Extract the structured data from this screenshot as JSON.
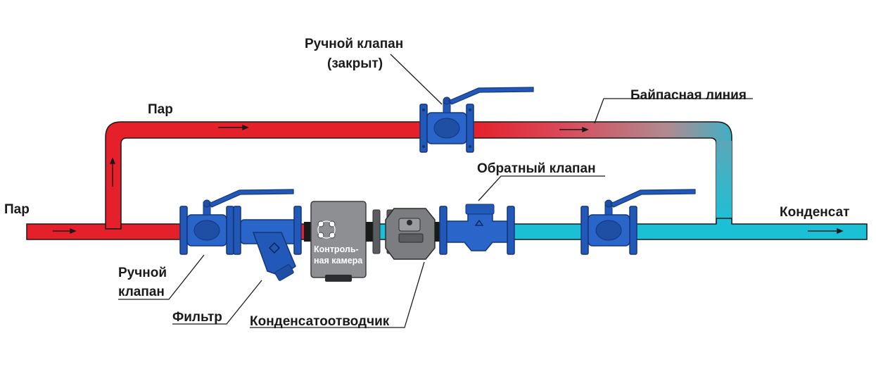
{
  "colors": {
    "steam": "#e5202b",
    "steam_dark": "#b5121b",
    "condensate": "#1cc0d6",
    "condensate_dark": "#0e97ab",
    "valve_blue": "#2259b8",
    "valve_dark": "#12357a",
    "chamber_gray": "#8d8f93",
    "trap_gray": "#7b7d81"
  },
  "labels": {
    "steam_left": "Пар",
    "steam_top": "Пар",
    "manual_valve_top_line1": "Ручной клапан",
    "manual_valve_top_line2": "(закрыт)",
    "bypass_line": "Байпасная линия",
    "check_valve": "Обратный клапан",
    "condensate": "Конденсат",
    "manual_valve_line1": "Ручной",
    "manual_valve_line2": "клапан",
    "filter": "Фильтр",
    "steam_trap": "Конденсатоотводчик",
    "chamber_line1": "Контроль-",
    "chamber_line2": "ная камера"
  }
}
